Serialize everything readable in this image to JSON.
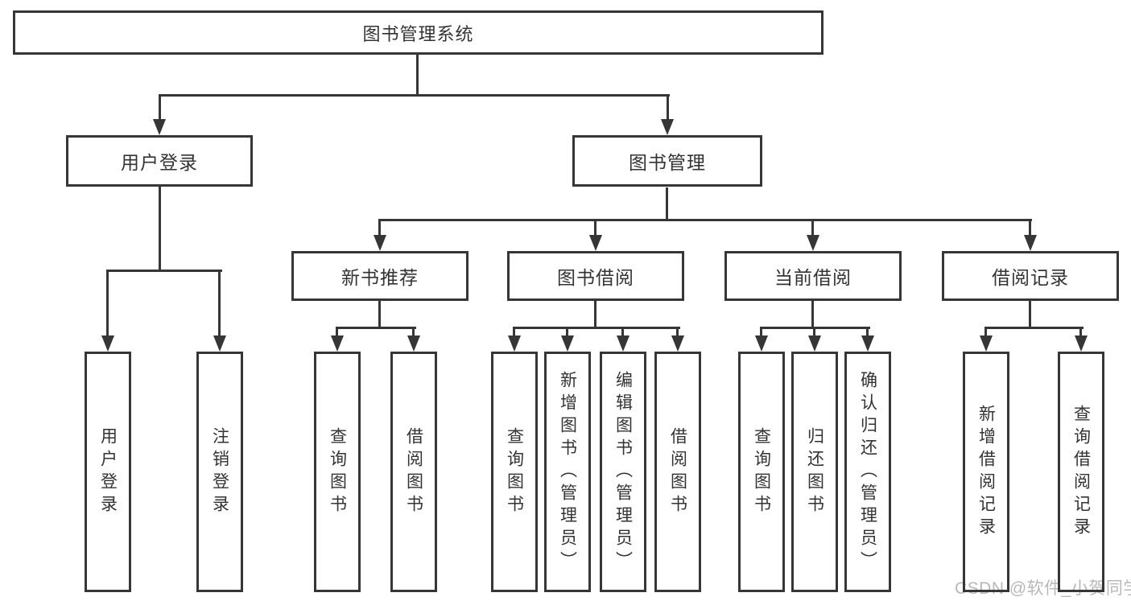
{
  "tree": {
    "label": "图书管理系统",
    "children": [
      {
        "label": "用户登录",
        "children": [
          {
            "label": "用户登录"
          },
          {
            "label": "注销登录"
          }
        ]
      },
      {
        "label": "图书管理",
        "children": [
          {
            "label": "新书推荐",
            "children": [
              {
                "label": "查询图书"
              },
              {
                "label": "借阅图书"
              }
            ]
          },
          {
            "label": "图书借阅",
            "children": [
              {
                "label": "查询图书"
              },
              {
                "label": "新增图书（管理员）"
              },
              {
                "label": "编辑图书（管理员）"
              },
              {
                "label": "借阅图书"
              }
            ]
          },
          {
            "label": "当前借阅",
            "children": [
              {
                "label": "查询图书"
              },
              {
                "label": "归还图书"
              },
              {
                "label": "确认归还（管理员）"
              }
            ]
          },
          {
            "label": "借阅记录",
            "children": [
              {
                "label": "新增借阅记录"
              },
              {
                "label": "查询借阅记录"
              }
            ]
          }
        ]
      }
    ]
  },
  "watermark": {
    "text": "CSDN @软件_小贺同学"
  },
  "colors": {
    "line": "#363636",
    "text": "#333333",
    "watermark": "#b8b8b8",
    "background": "#ffffff"
  }
}
